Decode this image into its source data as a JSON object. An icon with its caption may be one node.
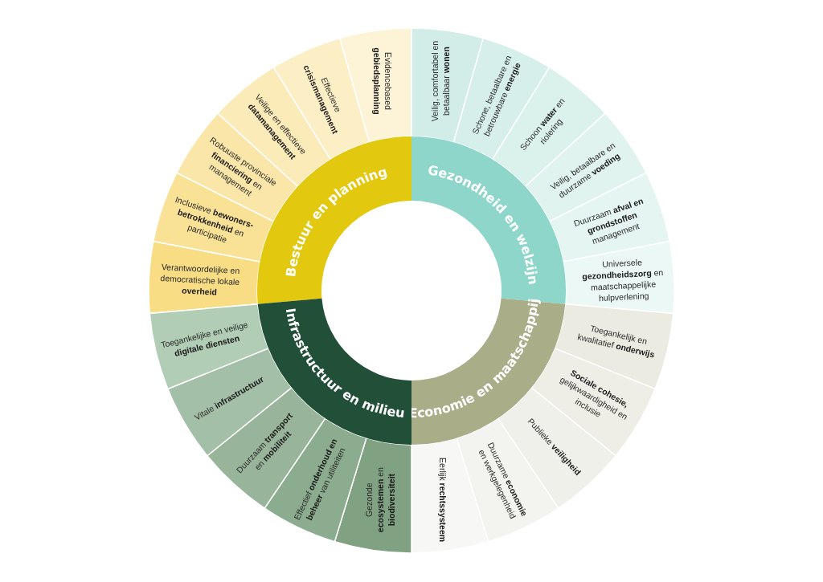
{
  "diagram": {
    "nodes": [
      {
        "text": [
          "Bestuur en planning"
        ]
      },
      {
        "text": [
          "Gezondheid en welzijn"
        ]
      },
      {
        "text": [
          "Economie en maatschappij"
        ]
      },
      {
        "text": [
          "Infrastructuur en milieu"
        ]
      },
      {
        "text": [
          "Evidencebased **gebiedsplanning**"
        ]
      },
      {
        "text": [
          "Effectieve **crisismanagement**"
        ]
      },
      {
        "text": [
          "Veilige en effectieve **datamanagement**"
        ]
      },
      {
        "text": [
          "Robuuste provinciale **financiering** en management"
        ]
      },
      {
        "text": [
          "Inclusieve **bewoners-betrokkenheid** en participatie"
        ]
      },
      {
        "text": [
          "Verantwoordelijke en democratische lokale **overheid**"
        ]
      },
      {
        "text": [
          "Veilig, comfortabel en betaalbaar **wonen**"
        ]
      },
      {
        "text": [
          "Schone, betaalbare en betrouwbare **energie**"
        ]
      },
      {
        "text": [
          "Schoon **water** en riolering"
        ]
      },
      {
        "text": [
          "Veilig, betaalbare en duurzame **voeding**"
        ]
      },
      {
        "text": [
          "Duurzaam **afval en grondstoffen** management"
        ]
      },
      {
        "text": [
          "Universele **gezondheidszorg** en maatschappelijke hulpverlening"
        ]
      },
      {
        "text": [
          "Toegankelijk en kwalitatief **onderwijs**"
        ]
      },
      {
        "text": [
          "**Sociale cohesie,** gelijkwaardigheid en inclusie"
        ]
      },
      {
        "text": [
          "Publieke **veiligheid**"
        ]
      },
      {
        "text": [
          "Duurzame **economie** en werkgelegenheid"
        ]
      },
      {
        "text": [
          "Eerlijk **rechtssysteem**"
        ]
      },
      {
        "text": [
          "Toegankelijke en veilige **digitale diensten**"
        ]
      },
      {
        "text": [
          "Vitale **infrastructuur**"
        ]
      },
      {
        "text": [
          "Duurzaam **transport** en **mobiliteit**"
        ]
      },
      {
        "text": [
          "Effectief **onderhoud en beheer** van utiliteiten"
        ]
      },
      {
        "text": [
          "Gezonde **ecosystemen** en **biodiversiteit**"
        ]
      }
    ]
  }
}
